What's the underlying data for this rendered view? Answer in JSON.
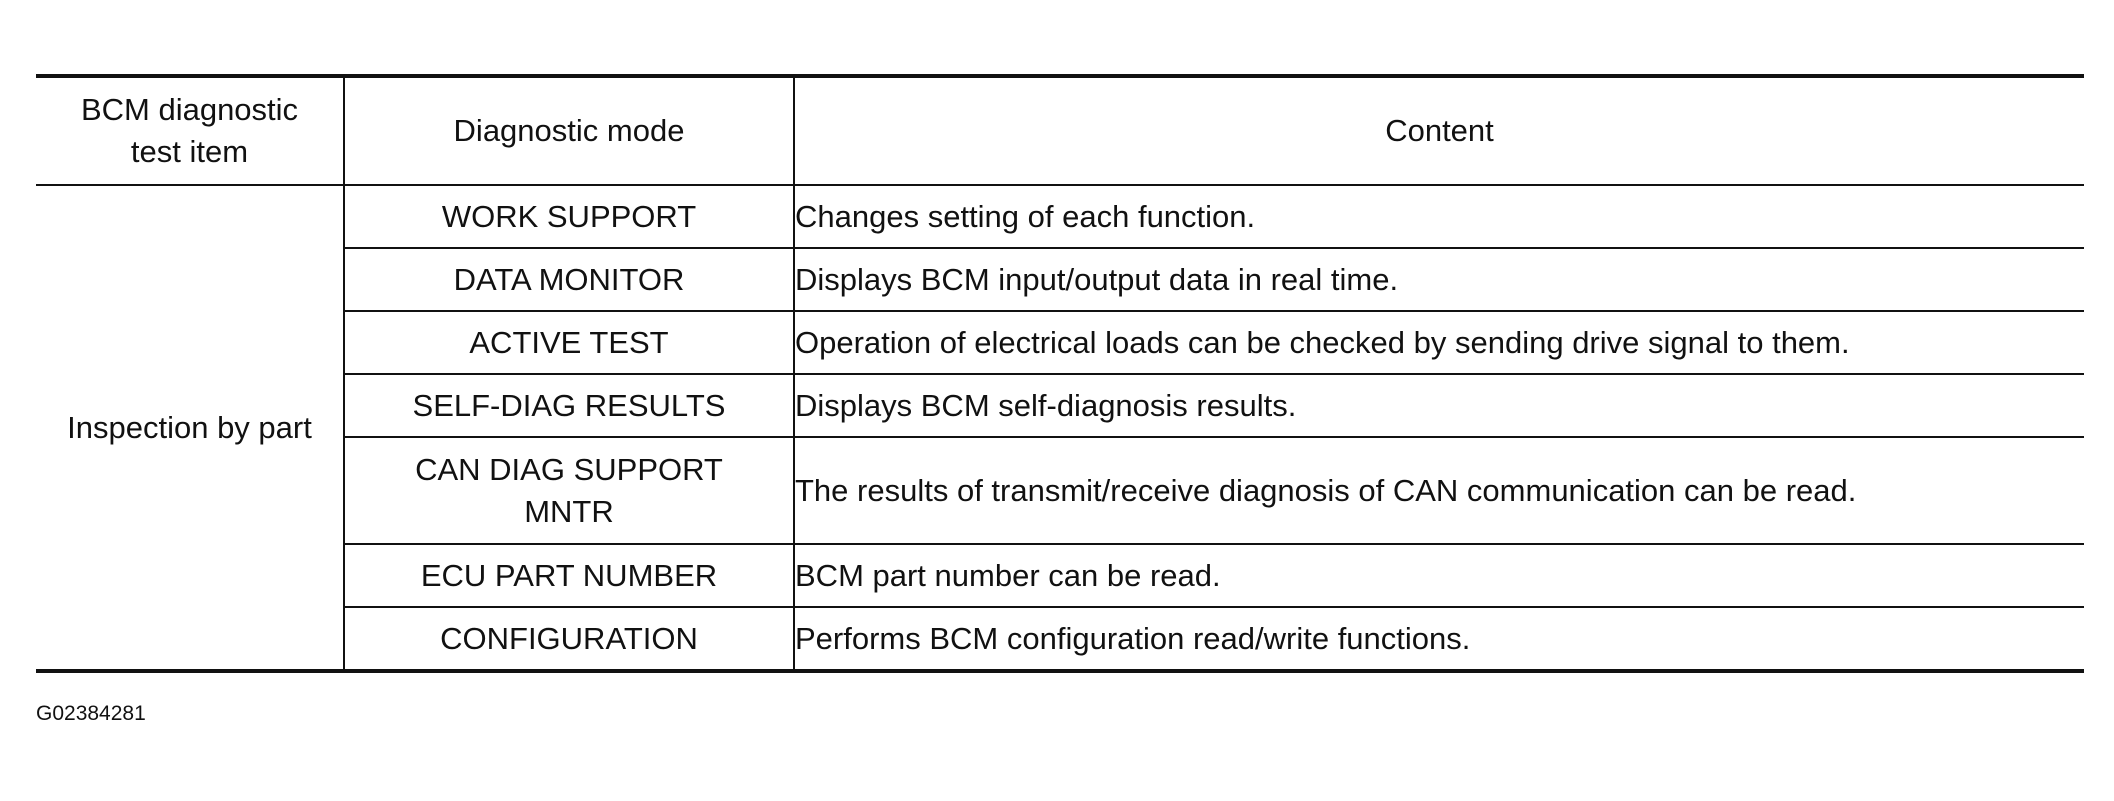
{
  "table": {
    "headers": {
      "item": "BCM diagnostic test item",
      "mode": "Diagnostic mode",
      "content": "Content"
    },
    "item_label": "Inspection by part",
    "rows": [
      {
        "mode": "WORK SUPPORT",
        "content": "Changes setting of each function."
      },
      {
        "mode": "DATA MONITOR",
        "content": "Displays BCM input/output data in real time."
      },
      {
        "mode": "ACTIVE TEST",
        "content": "Operation of electrical loads can be checked by sending drive signal to them."
      },
      {
        "mode": "SELF-DIAG RESULTS",
        "content": "Displays BCM self-diagnosis results."
      },
      {
        "mode": "CAN DIAG SUPPORT MNTR",
        "content": "The results of transmit/receive diagnosis of CAN communication can be read."
      },
      {
        "mode": "ECU PART NUMBER",
        "content": "BCM part number can be read."
      },
      {
        "mode": "CONFIGURATION",
        "content": "Performs BCM configuration read/write functions."
      }
    ]
  },
  "figure_code": "G02384281"
}
